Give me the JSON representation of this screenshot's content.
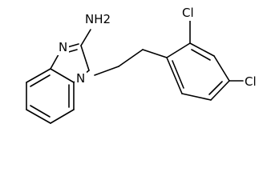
{
  "molecule": {
    "atoms": {
      "amine": "NH2",
      "ring_n_top": "N",
      "ring_n_bottom": "N",
      "chloro_ortho": "Cl",
      "chloro_para": "Cl"
    }
  }
}
